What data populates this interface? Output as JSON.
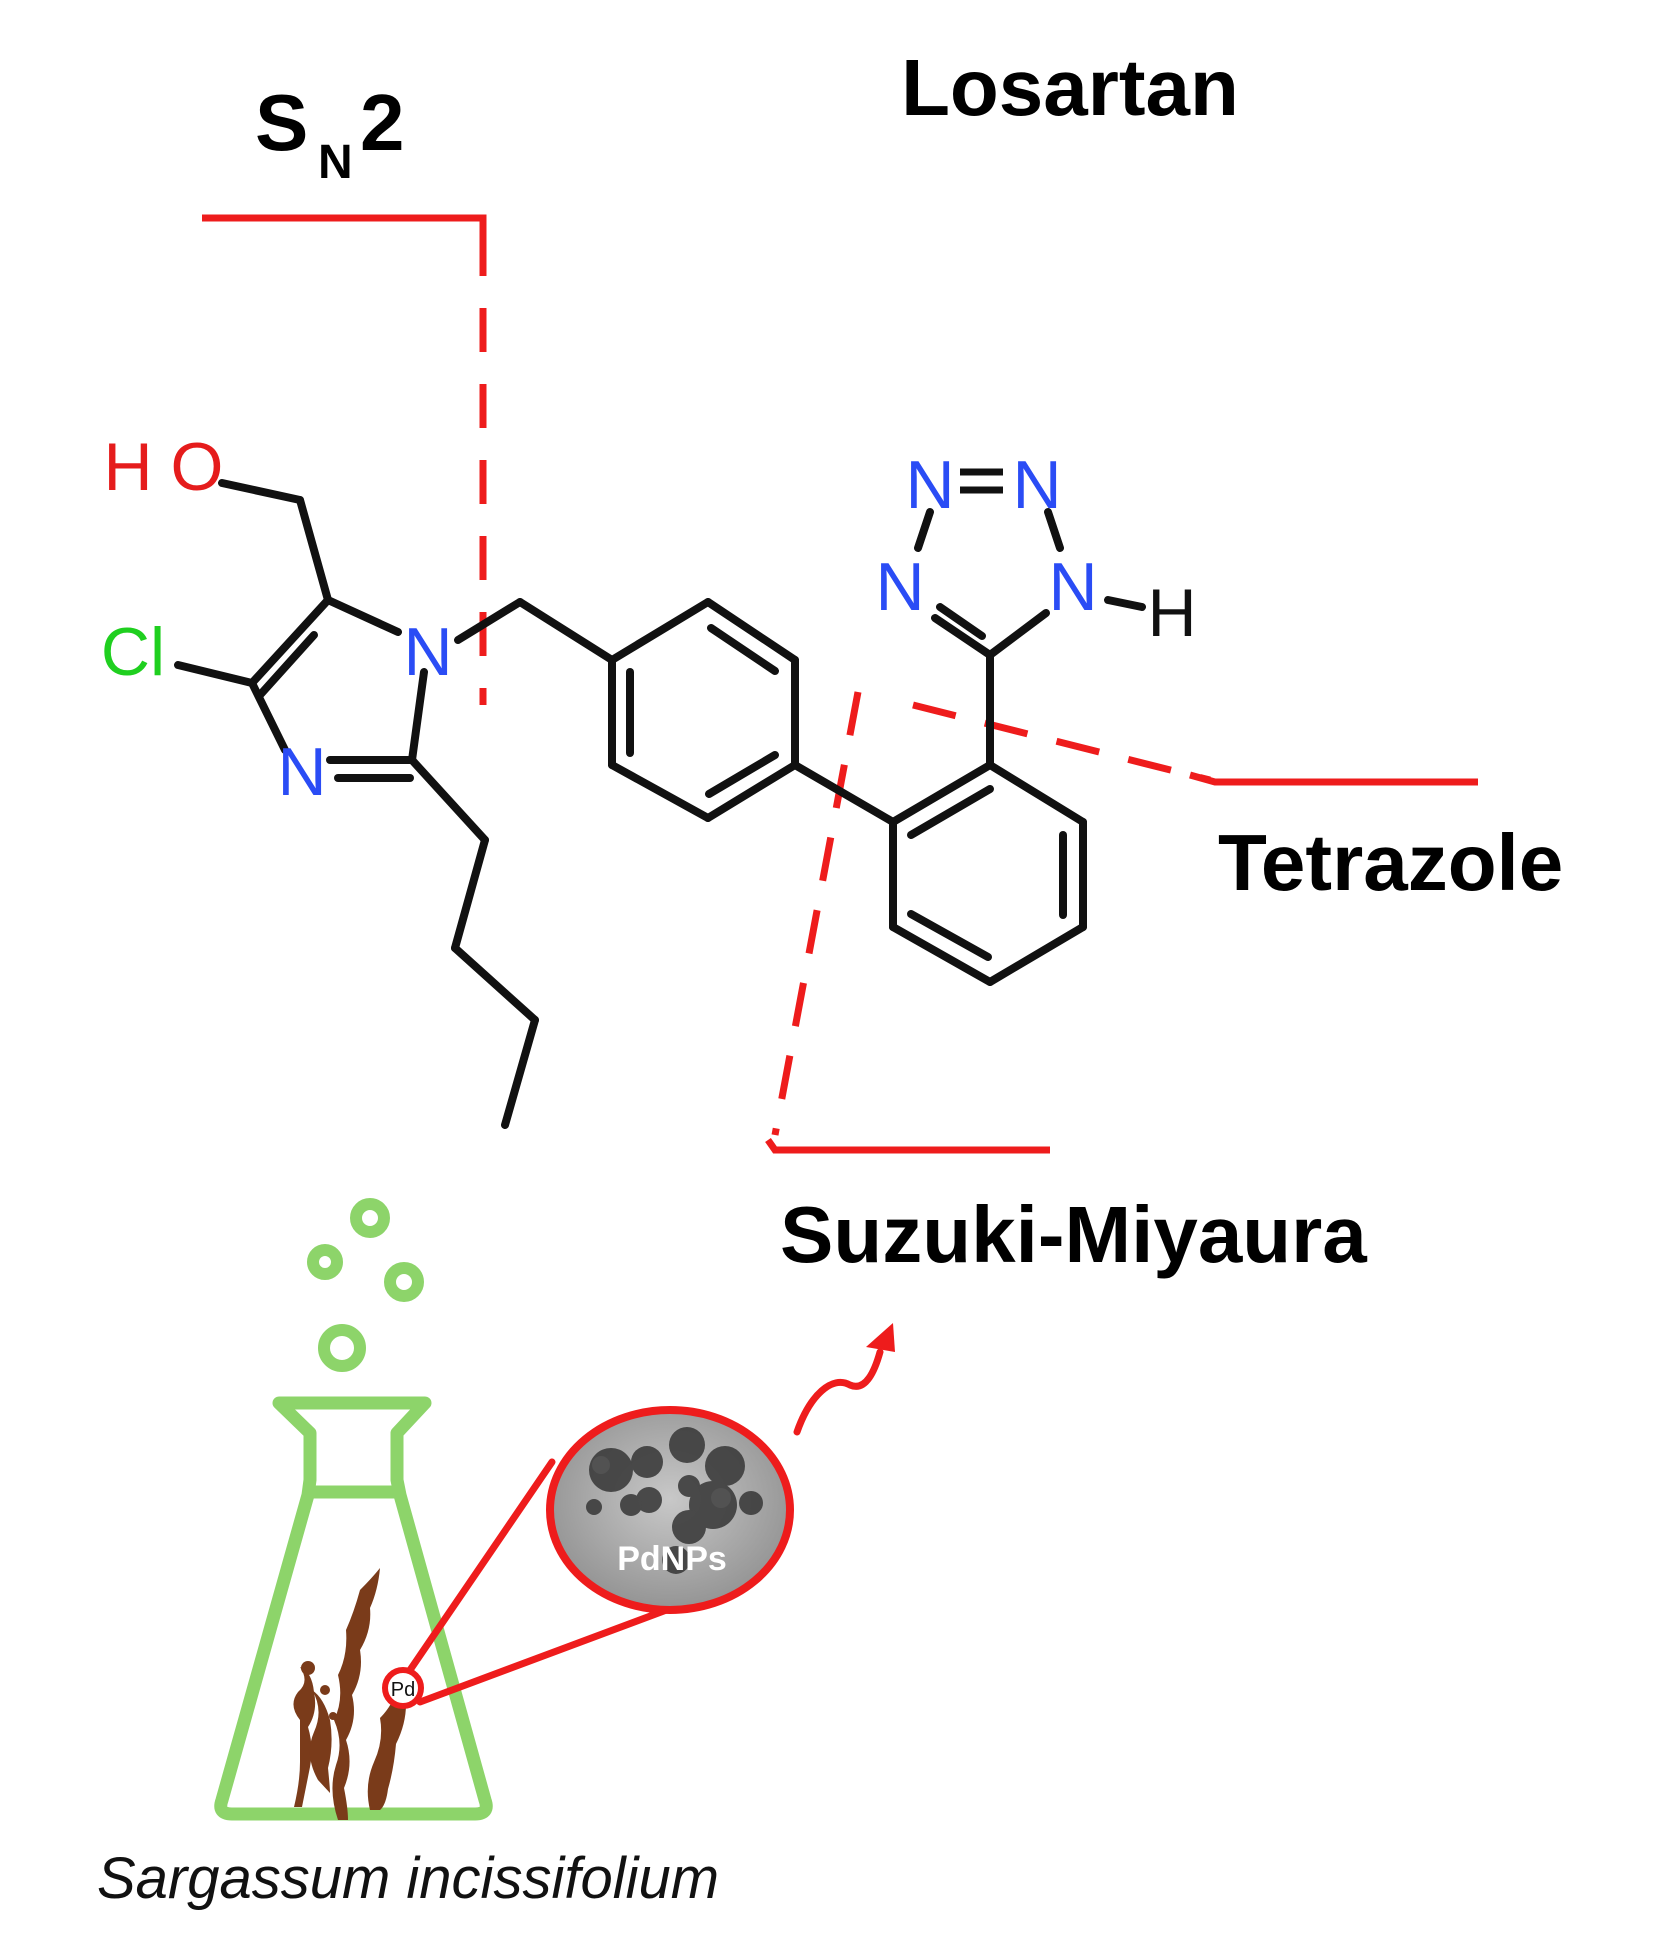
{
  "title": "Losartan",
  "reactions": {
    "sn2_main": "S",
    "sn2_sub": "N",
    "sn2_tail": "2",
    "tetrazole": "Tetrazole",
    "suzuki": "Suzuki-Miyaura"
  },
  "atoms": {
    "h": "H",
    "o": "O",
    "cl": "Cl",
    "n_imid_1": "N",
    "n_imid_3": "N",
    "n_tet_1": "N",
    "n_tet_2": "N",
    "n_tet_3": "N",
    "n_tet_4": "N",
    "h_tet": "H"
  },
  "nanoparticle_label": "PdNPs",
  "pd_tag": "Pd",
  "organism": "Sargassum incissifolium",
  "colors": {
    "red": "#ee1c1c",
    "oxygen": "#e51c1c",
    "nitrogen": "#2a4cf5",
    "chlorine": "#1fcf1f",
    "flask": "#8dd46a",
    "seaweed": "#7a3b1a"
  }
}
